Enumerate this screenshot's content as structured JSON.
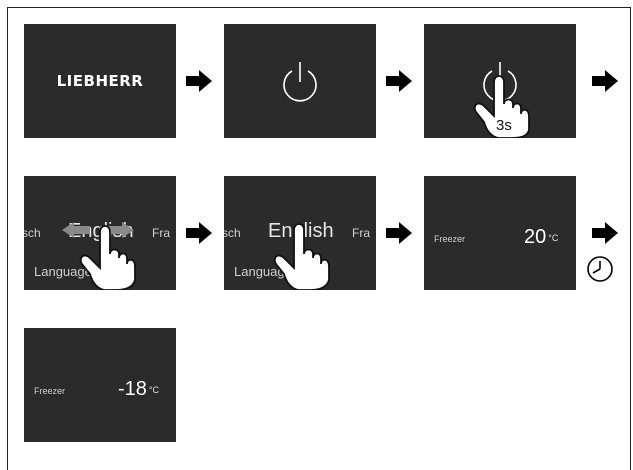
{
  "steps": {
    "step1": {
      "logo_text": "LIEBHERR"
    },
    "step3": {
      "hold_time": "3s"
    },
    "step4": {
      "lang_left": "sch",
      "lang_center": "English",
      "lang_right": "Fra",
      "language_label": "Language"
    },
    "step5": {
      "lang_left": "sch",
      "lang_center": "English",
      "lang_right": "Fra",
      "language_label": "Language"
    },
    "step6": {
      "zone_label": "Freezer",
      "temperature": "20",
      "unit": "°C"
    },
    "step7": {
      "zone_label": "Freezer",
      "temperature": "-18",
      "unit": "°C"
    }
  },
  "colors": {
    "screen_bg": "#2b2b2b",
    "arrow": "#000000",
    "screen_text": "#ffffff"
  },
  "icons": [
    "power-icon",
    "touch-hand-icon",
    "swipe-arrows-icon",
    "clock-icon",
    "arrow-right-icon"
  ]
}
